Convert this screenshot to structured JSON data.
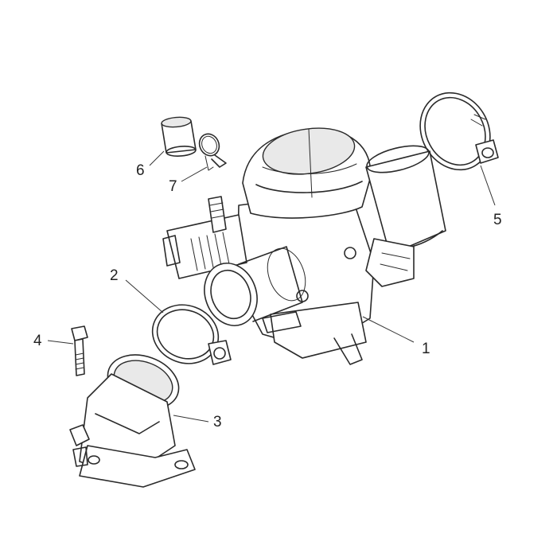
{
  "callouts": [
    {
      "id": "1",
      "label": "1"
    },
    {
      "id": "2",
      "label": "2"
    },
    {
      "id": "3",
      "label": "3"
    },
    {
      "id": "4",
      "label": "4"
    },
    {
      "id": "5",
      "label": "5"
    },
    {
      "id": "6",
      "label": "6"
    },
    {
      "id": "7",
      "label": "7"
    }
  ],
  "colors": {
    "line": "#2a2a2a",
    "background": "#ffffff",
    "shade": "#e9e9e9"
  }
}
